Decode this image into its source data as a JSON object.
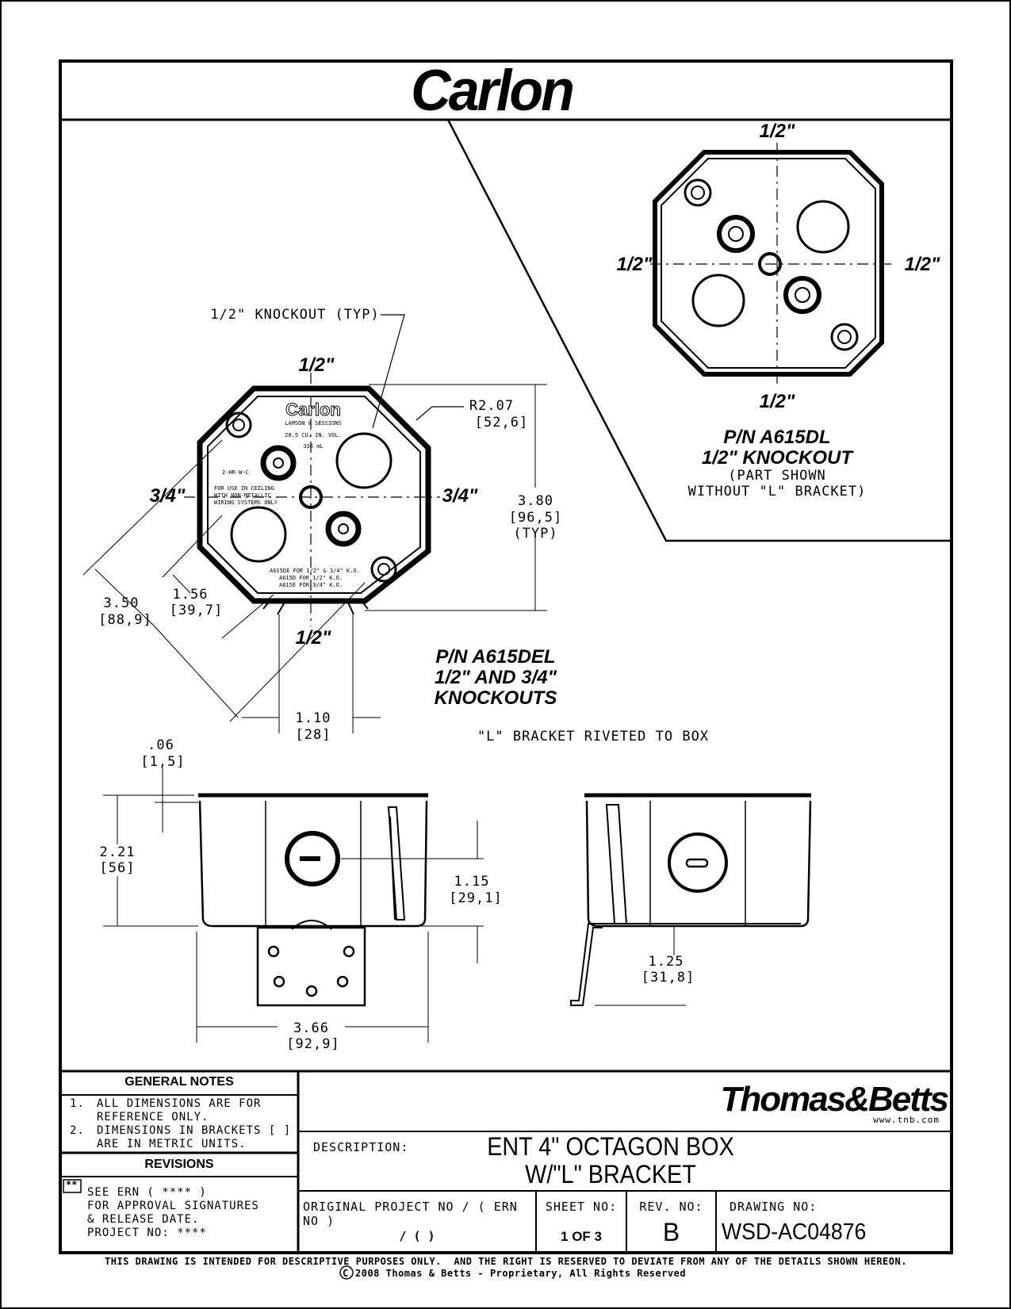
{
  "header": {
    "brand": "Carlon"
  },
  "top_view_right": {
    "label_top": "1/2\"",
    "label_left": "1/2\"",
    "label_right": "1/2\"",
    "label_bottom": "1/2\"",
    "part_no": "P/N A615DL",
    "knockout": "1/2\" KNOCKOUT",
    "note_line1": "(PART SHOWN",
    "note_line2": "WITHOUT \"L\" BRACKET)"
  },
  "top_view_left": {
    "knockout_callout": "1/2\" KNOCKOUT (TYP)",
    "label_top": "1/2\"",
    "label_left": "3/4\"",
    "label_right": "3/4\"",
    "label_bottom": "1/2\"",
    "radius": "R2.07",
    "radius_metric": "[52,6]",
    "height": "3.80",
    "height_metric": "[96,5]",
    "height_typ": "(TYP)",
    "diag1": "3.50",
    "diag1_metric": "[88,9]",
    "diag2": "1.56",
    "diag2_metric": "[39,7]",
    "bracket_w": "1.10",
    "bracket_w_metric": "[28]",
    "part_no": "P/N A615DEL",
    "knockout": "1/2\" AND 3/4\"",
    "knockouts_word": "KNOCKOUTS",
    "bracket_note": "\"L\" BRACKET RIVETED TO BOX",
    "stamp_brand": "Carlon",
    "stamp_maker": "LAMSON & SESSIONS",
    "stamp_vol": "20.5 CU. IN. VOL.",
    "stamp_ml": "336 mL",
    "stamp_code": "2-HR-W-C",
    "stamp_use1": "FOR USE IN CEILING",
    "stamp_use2": "WITH NON-METALLIC",
    "stamp_use3": "WIRING SYSTEMS ONLY",
    "stamp_p1": "A615DE FOR 1/2\" & 3/4\" K.O.",
    "stamp_p2": "A615D FOR 1/2\" K.O.",
    "stamp_p3": "A615E FOR 3/4\" K.O."
  },
  "side_view": {
    "lip": ".06",
    "lip_metric": "[1,5]",
    "depth": "2.21",
    "depth_metric": "[56]",
    "ko_height": "1.15",
    "ko_height_metric": "[29,1]",
    "width": "3.66",
    "width_metric": "[92,9]",
    "bracket_drop": "1.25",
    "bracket_drop_metric": "[31,8]"
  },
  "general_notes": {
    "title": "GENERAL NOTES",
    "items": [
      {
        "num": "1.",
        "line1": "ALL DIMENSIONS ARE FOR",
        "line2": "REFERENCE ONLY."
      },
      {
        "num": "2.",
        "line1": "DIMENSIONS IN BRACKETS [ ]",
        "line2": "ARE IN METRIC UNITS."
      }
    ]
  },
  "revisions": {
    "title": "REVISIONS",
    "mark": "**",
    "line1": "SEE ERN ( **** )",
    "line2": "FOR APPROVAL SIGNATURES",
    "line3": "& RELEASE DATE.",
    "line4": "PROJECT NO: ****"
  },
  "title_block": {
    "company": "Thomas&Betts",
    "website": "www.tnb.com",
    "description_label": "DESCRIPTION:",
    "description_line1": "ENT 4\" OCTAGON BOX",
    "description_line2": "W/\"L\" BRACKET",
    "orig_project_label": "ORIGINAL PROJECT NO / ( ERN NO )",
    "orig_project_value": "/ (   )",
    "sheet_label": "SHEET NO:",
    "sheet_value": "1 OF 3",
    "rev_label": "REV. NO:",
    "rev_value": "B",
    "drawing_label": "DRAWING NO:",
    "drawing_value": "WSD-AC04876"
  },
  "footer": {
    "disclaimer": "THIS DRAWING IS INTENDED FOR DESCRIPTIVE PURPOSES ONLY.  AND THE RIGHT IS RESERVED TO DEVIATE FROM ANY OF THE DETAILS SHOWN HEREON.",
    "copyright": "2008 Thomas & Betts - Proprietary, All Rights Reserved"
  }
}
